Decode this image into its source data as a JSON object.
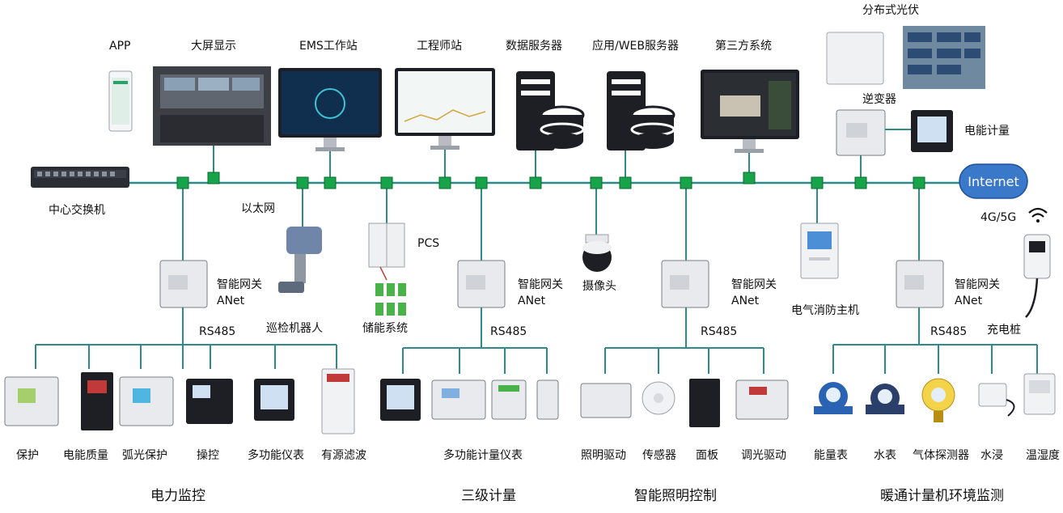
{
  "top_devices": [
    "APP",
    "大屏显示",
    "EMS工作站",
    "工程师站",
    "数据服务器",
    "应用/WEB服务器",
    "第三方系统"
  ],
  "pv": {
    "title": "分布式光伏",
    "inverter": "逆变器",
    "meter": "电能计量"
  },
  "network": {
    "switch": "中心交换机",
    "ethernet": "以太网",
    "internet": "Internet",
    "mobile": "4G/5G"
  },
  "middle": {
    "robot": "巡检机器人",
    "pcs": "PCS",
    "storage": "储能系统",
    "camera": "摄像头",
    "fire": "电气消防主机",
    "charger": "充电桩"
  },
  "gateway": {
    "line1": "智能网关",
    "line2": "ANet",
    "bus": "RS485"
  },
  "bottom_devices": {
    "power": [
      "保护",
      "电能质量",
      "弧光保护",
      "操控",
      "多功能仪表",
      "有源滤波"
    ],
    "metering": [
      "多功能计量仪表"
    ],
    "lighting": [
      "照明驱动",
      "传感器",
      "面板",
      "调光驱动"
    ],
    "hvac": [
      "能量表",
      "水表",
      "气体探测器",
      "水浸",
      "温湿度"
    ]
  },
  "sections": [
    "电力监控",
    "三级计量",
    "智能照明控制",
    "暖通计量机环境监测"
  ],
  "colors": {
    "line": "#2e8b8b",
    "node": "#17a34a",
    "internet": "#3a78c9"
  }
}
